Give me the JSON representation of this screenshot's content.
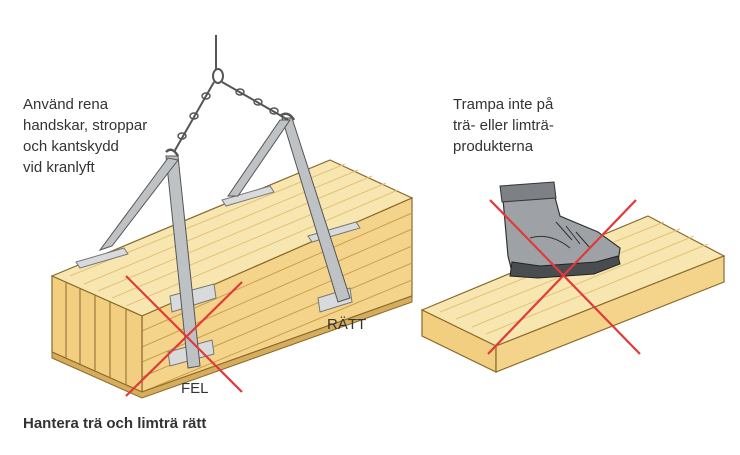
{
  "labels": {
    "left_instruction": "Använd rena\nhandskar, stroppar\noch kantskydd\nvid kranlyft",
    "right_instruction": "Trampa inte på\nträ- eller limträ-\nprodukterna",
    "wrong": "FEL",
    "right": "RÄTT"
  },
  "caption": "Hantera trä och limträ rätt",
  "colors": {
    "wood_top": "#f8e6b0",
    "wood_front": "#f4d48a",
    "wood_line": "#c89f4d",
    "strap": "#bfc2c4",
    "cross": "#e03a3a"
  },
  "icons": [
    "crane-chain-icon",
    "shoe-icon",
    "red-cross-icon"
  ]
}
